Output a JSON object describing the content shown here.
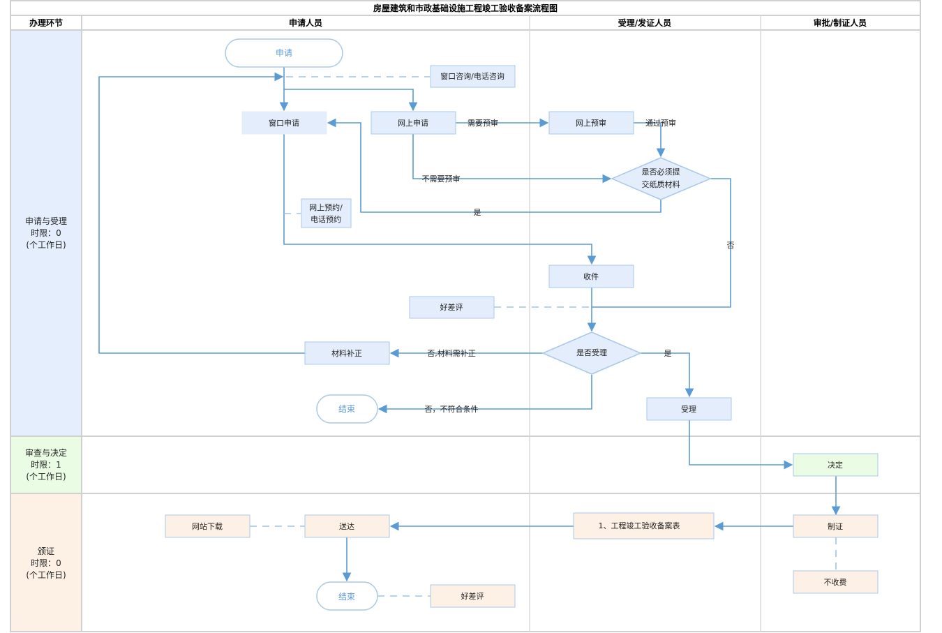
{
  "title": "房屋建筑和市政基础设施工程竣工验收备案流程图",
  "headers": {
    "stage": "办理环节",
    "applicant": "申请人员",
    "acceptor": "受理/发证人员",
    "approver": "审批/制证人员"
  },
  "lanes": [
    {
      "id": "apply",
      "lines": [
        "申请与受理",
        "时限：0",
        "(个工作日)"
      ],
      "color": "#e4eefc"
    },
    {
      "id": "review",
      "lines": [
        "审查与决定",
        "时限：1",
        "(个工作日)"
      ],
      "color": "#eafde4"
    },
    {
      "id": "issue",
      "lines": [
        "颁证",
        "时限：0",
        "(个工作日)"
      ],
      "color": "#fdf1e6"
    }
  ],
  "colors": {
    "blue_fill": "#e3edfb",
    "green_fill": "#eafde4",
    "orange_fill": "#fdf1e6",
    "edge": "#5b9bd5",
    "node_border": "#a9c8ea",
    "terminal_text": "#5b9bd5"
  },
  "nodes": {
    "start": "申请",
    "consult": "窗口咨询/电话咨询",
    "window_apply": "窗口申请",
    "online_apply": "网上申请",
    "online_precheck": "网上预审",
    "paper_required": [
      "是否必须提",
      "交纸质材料"
    ],
    "appointment": [
      "网上预约/",
      "电话预约"
    ],
    "receive": "收件",
    "rating1": "好差评",
    "accept_decision": "是否受理",
    "supplement": "材料补正",
    "end1": "结束",
    "accept": "受理",
    "decide": "决定",
    "certify": "制证",
    "record_form": "1、工程竣工验收备案表",
    "deliver": "送达",
    "download": "网站下载",
    "end2": "结束",
    "rating2": "好差评",
    "no_fee": "不收费"
  },
  "edge_labels": {
    "need_precheck": "需要预审",
    "pass_precheck": "通过预审",
    "no_precheck": "不需要预审",
    "yes_paper": "是",
    "no_paper": "否",
    "need_supplement": "否,材料需补正",
    "not_qualified": "否，不符合条件",
    "yes_accept": "是"
  }
}
